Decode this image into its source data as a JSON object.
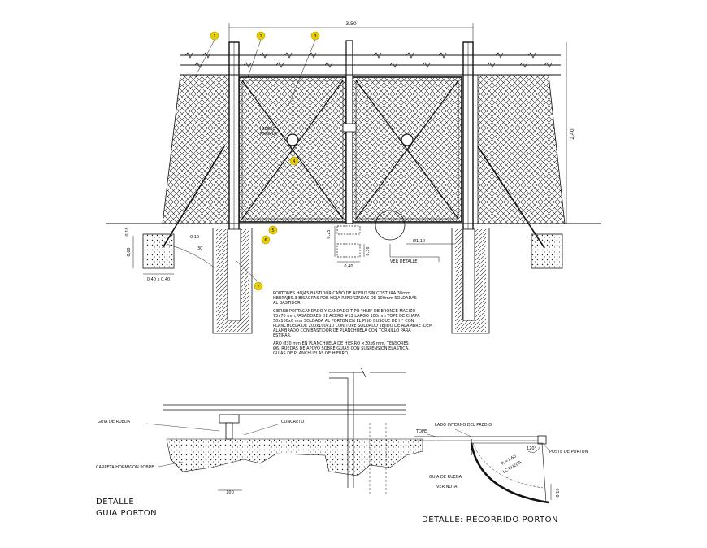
{
  "dimensions": {
    "total_width": "3,50",
    "total_height": "2,40",
    "left_footing_height": "0,18",
    "left_footing_depth": "0,60",
    "left_footing_size": "0.40 x 0.40",
    "diag_1": "0,10",
    "diag_2": "30",
    "stop_height": "0,25",
    "stop_depth": "0,30",
    "stop_width": "0,40",
    "right_offset": "Ø1,10"
  },
  "labels": {
    "ver_detalle": "VER DETALLE",
    "hinge_note": "HIERRO\nANGULO",
    "callout_1": "1",
    "callout_2": "2",
    "callout_3": "3",
    "callout_4": "4",
    "callout_5": "5",
    "callout_6": "6",
    "callout_7": "7"
  },
  "notes": [
    "PORTONES HOJAS,BASTIDOR CAÑO DE ACERO SIN COSTURA 38mm.",
    "HERRAJES,3 BISAGRAS POR HOJA REFORZADAS DE 100mm SOLDADAS",
    "AL BASTIDOR.",
    "",
    "CIERRE PORTACANDADO Y CANDADO TIPO \"HLE\" DE BRONCE MACIZO",
    "75x70 mm,PASADORES DE ACERO #13 LARGO 100mm TOPE DE CHAPA",
    "50x100x6 mm SOLDADA AL PORTON EN EL PISO BUSQUE DE H° CON",
    "PLANCHUELA DE 200x100x10 CON TOPE SOLDADO TEJIDO DE ALAMBRE IDEM",
    "ALAMBRADO CON BASTIDOR DE PLANCHUELA CON TORNILLO PARA",
    "ESTIRAR.",
    "",
    "ARO Ø30 mm EN PLANCHUELA DE HIERRO ×30x6 mm, TENSORES",
    "Ø6, RUEDAS DE APOYO SOBRE GUIAS CON SUSPENSION ELASTICA.",
    "GUIAS DE PLANCHUELAS DE HIERRO."
  ],
  "detail_guia": {
    "title_1": "DETALLE",
    "title_2": "GUIA  PORTON",
    "guia_de_rueda": "GUIA DE RUEDA",
    "concreto": "CONCRETO",
    "carpeta": "CARPETA HORMIGON POBRE",
    "dim_100": "100"
  },
  "detail_recorrido": {
    "title": "DETALLE:  RECORRIDO  PORTON",
    "lado_interno": "LADO INTERNO DEL PREDIO",
    "tope": "TOPE",
    "r_label": "R.=1.60",
    "lc_rueda": "LC RUEDA",
    "angle": "120°",
    "poste": "POSTE DE PORTON",
    "guia": "GUIA DE RUEDA",
    "ver_nota": "VER NOTA",
    "dim_10": "0.10"
  },
  "colors": {
    "ink": "#111111",
    "callout": "#e8d000",
    "hatch": "#2a2a2a"
  }
}
